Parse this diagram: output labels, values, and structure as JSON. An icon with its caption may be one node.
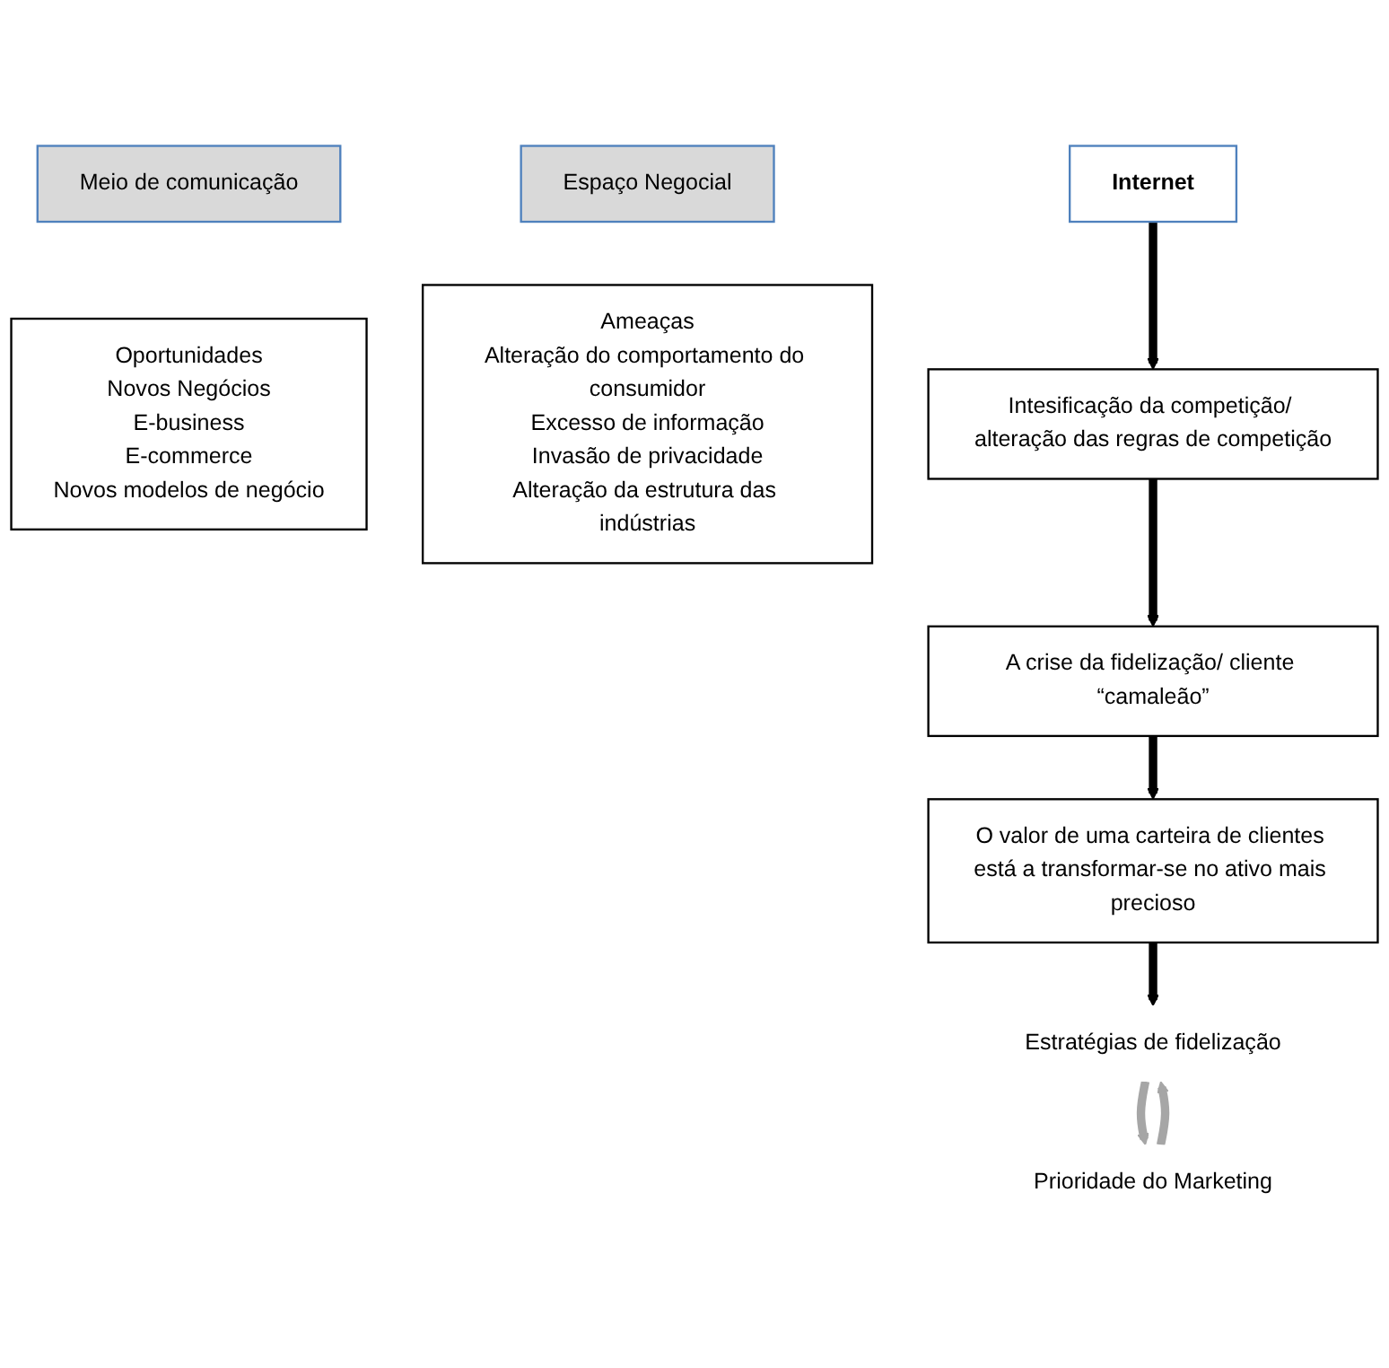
{
  "diagram": {
    "nodes": [
      {
        "text": [
          "Meio de comunicação"
        ]
      },
      {
        "text": [
          "Internet"
        ]
      },
      {
        "text": [
          "Espaço Negocial"
        ]
      },
      {
        "text": [
          "Oportunidades",
          "Novos Negócios",
          "E-business",
          "E-commerce",
          "Novos modelos de negócio"
        ]
      },
      {
        "text": [
          "Ameaças",
          "Alteração do comportamento do consumidor",
          "Excesso de informação",
          "Invasão de privacidade",
          "Alteração da estrutura das indústrias"
        ]
      },
      {
        "text": [
          "Intesificação da competição/ alteração das regras de competição"
        ]
      },
      {
        "text": [
          "A crise da fidelização/ cliente “camaleão”"
        ]
      },
      {
        "text": [
          "O valor de uma carteira de clientes está a transformar-se no ativo mais precioso"
        ]
      },
      {
        "text": [
          "Estratégias de fidelização"
        ]
      },
      {
        "text": [
          "Prioridade do Marketing"
        ]
      }
    ],
    "edges": [
      {
        "from": 1,
        "to": 5,
        "arrow": "to"
      },
      {
        "from": 5,
        "to": 6,
        "arrow": "to"
      },
      {
        "from": 6,
        "to": 7,
        "arrow": "to"
      },
      {
        "from": 7,
        "to": 8,
        "arrow": "to"
      },
      {
        "from": 8,
        "to": 9,
        "arrow": "to",
        "color": "#a6a6a6"
      },
      {
        "from": 9,
        "to": 8,
        "arrow": "to",
        "color": "#a6a6a6"
      }
    ]
  }
}
